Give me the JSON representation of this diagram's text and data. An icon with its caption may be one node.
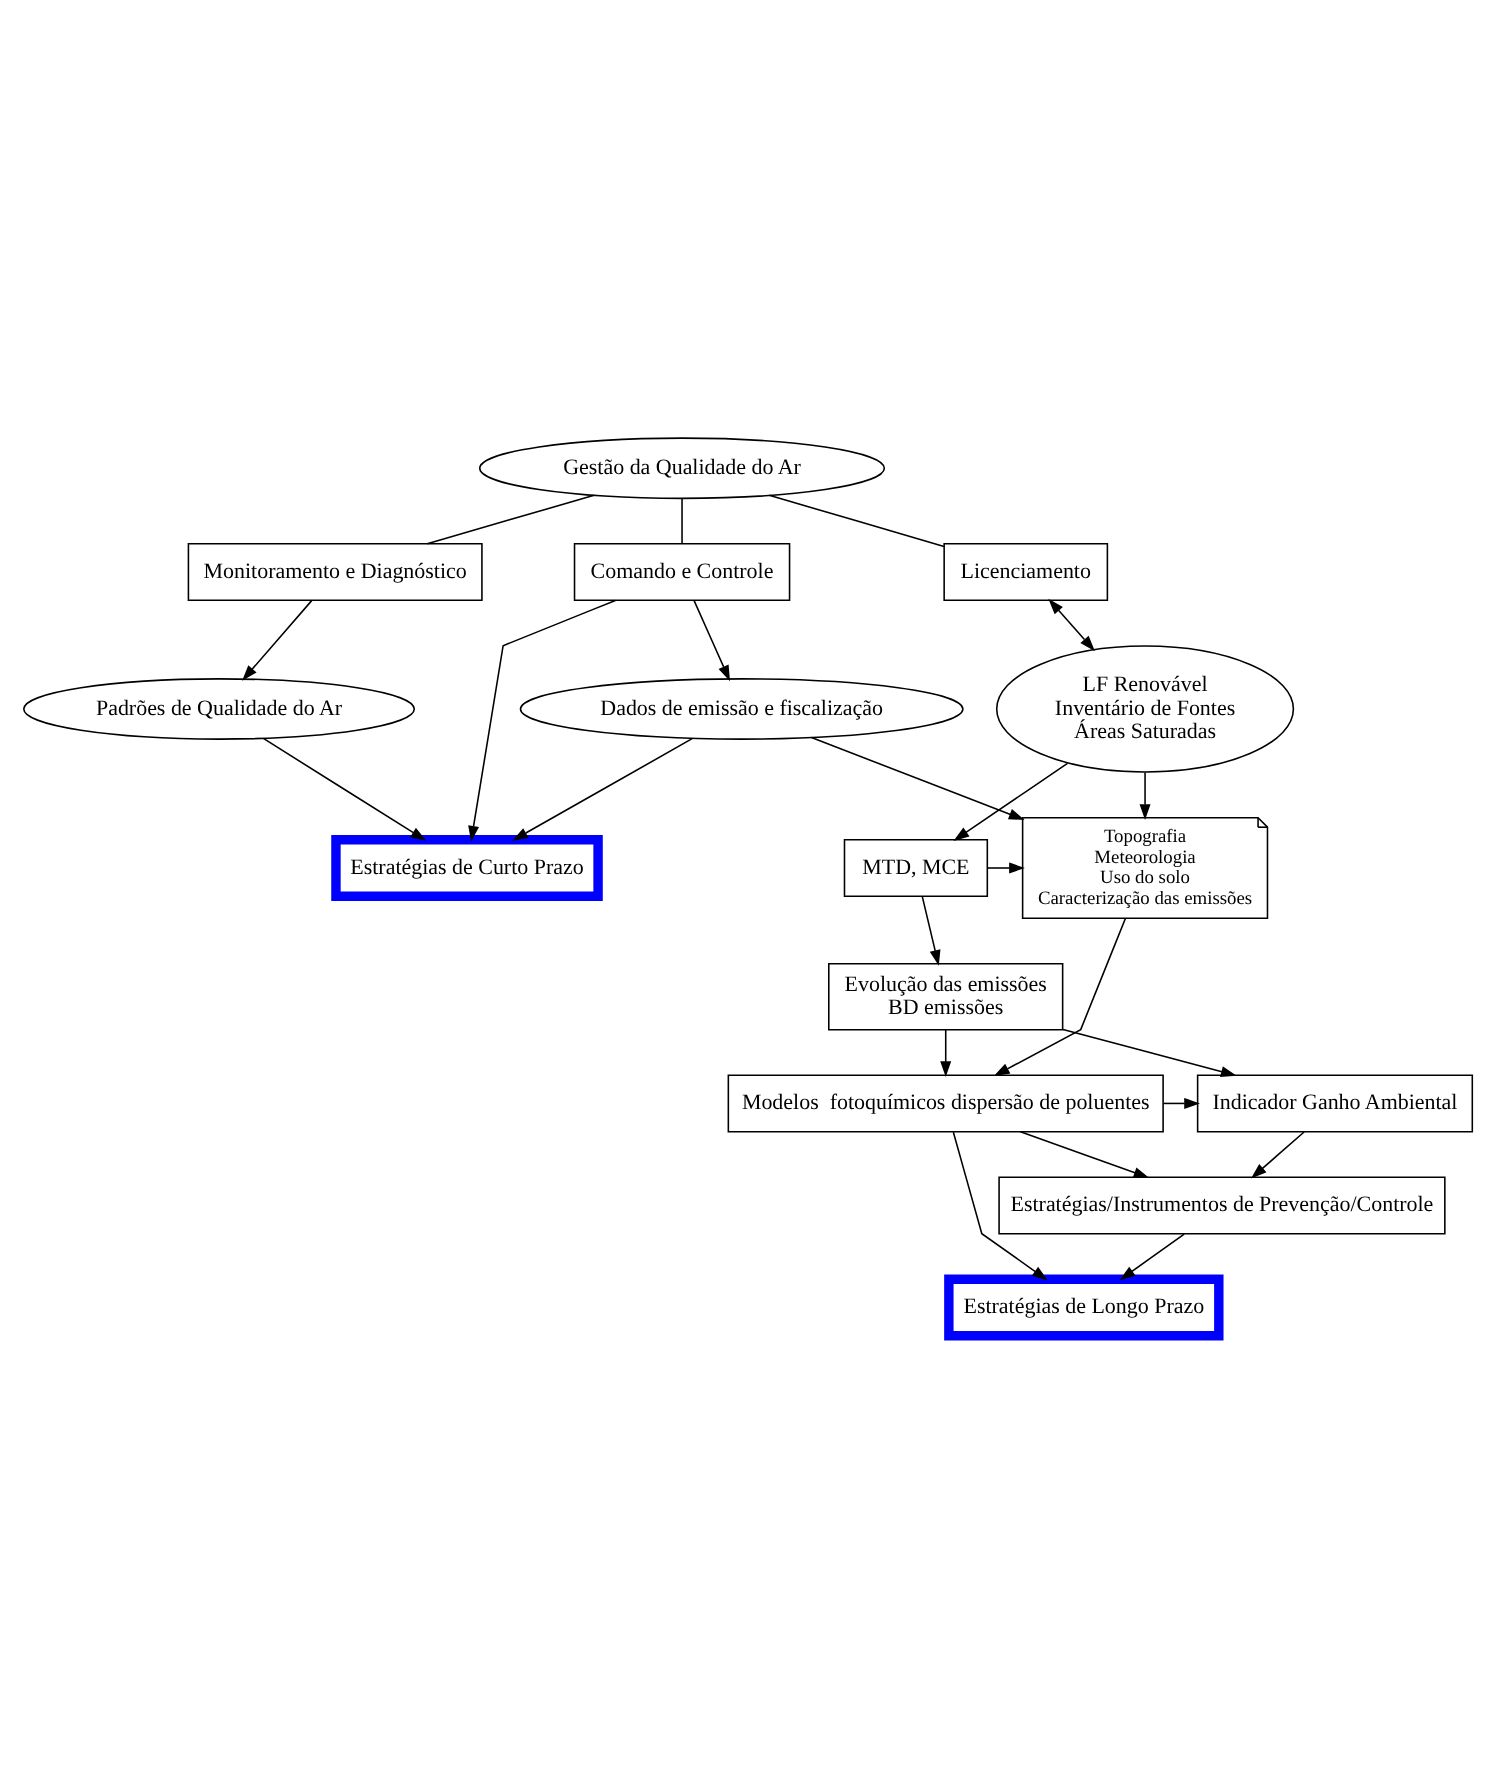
{
  "diagram": {
    "nodes": [
      {
        "text": [
          "Gestão da Qualidade do Ar"
        ]
      },
      {
        "text": [
          "Monitoramento e Diagnóstico"
        ]
      },
      {
        "text": [
          "Comando e Controle"
        ]
      },
      {
        "text": [
          "Licenciamento"
        ]
      },
      {
        "text": [
          "Padrões de Qualidade do Ar"
        ]
      },
      {
        "text": [
          "Dados de emissão e fiscalização"
        ]
      },
      {
        "text": [
          "LF Renovável",
          "Inventário de Fontes",
          "Áreas Saturadas"
        ]
      },
      {
        "text": [
          "Estratégias de Curto Prazo"
        ]
      },
      {
        "text": [
          "Topografia",
          "Meteorologia",
          "Uso do solo",
          "Caracterização das emissões"
        ]
      },
      {
        "text": [
          "MTD, MCE"
        ]
      },
      {
        "text": [
          "Evolução das emissões",
          "BD emissões"
        ]
      },
      {
        "text": [
          "Modelos  fotoquímicos dispersão de poluentes"
        ]
      },
      {
        "text": [
          "Indicador Ganho Ambiental"
        ]
      },
      {
        "text": [
          "Estratégias/Instrumentos de Prevenção/Controle"
        ]
      },
      {
        "text": [
          "Estratégias de Longo Prazo"
        ]
      }
    ],
    "edges": [
      {
        "from": 0,
        "to": 1,
        "arrow": "none"
      },
      {
        "from": 0,
        "to": 2,
        "arrow": "none"
      },
      {
        "from": 0,
        "to": 3,
        "arrow": "none"
      },
      {
        "from": 1,
        "to": 4,
        "arrow": "to"
      },
      {
        "from": 2,
        "to": 5,
        "arrow": "to"
      },
      {
        "from": 3,
        "to": 6,
        "arrow": "both"
      },
      {
        "from": 4,
        "to": 7,
        "arrow": "to"
      },
      {
        "from": 2,
        "to": 7,
        "arrow": "to"
      },
      {
        "from": 5,
        "to": 7,
        "arrow": "to"
      },
      {
        "from": 5,
        "to": 8,
        "arrow": "to"
      },
      {
        "from": 6,
        "to": 8,
        "arrow": "to"
      },
      {
        "from": 6,
        "to": 9,
        "arrow": "to"
      },
      {
        "from": 9,
        "to": 8,
        "arrow": "to"
      },
      {
        "from": 9,
        "to": 10,
        "arrow": "to"
      },
      {
        "from": 8,
        "to": 11,
        "arrow": "to"
      },
      {
        "from": 10,
        "to": 11,
        "arrow": "to"
      },
      {
        "from": 11,
        "to": 12,
        "arrow": "to"
      },
      {
        "from": 10,
        "to": 12,
        "arrow": "to"
      },
      {
        "from": 11,
        "to": 13,
        "arrow": "to"
      },
      {
        "from": 12,
        "to": 13,
        "arrow": "to"
      },
      {
        "from": 11,
        "to": 14,
        "arrow": "to"
      },
      {
        "from": 13,
        "to": 14,
        "arrow": "to"
      }
    ]
  }
}
